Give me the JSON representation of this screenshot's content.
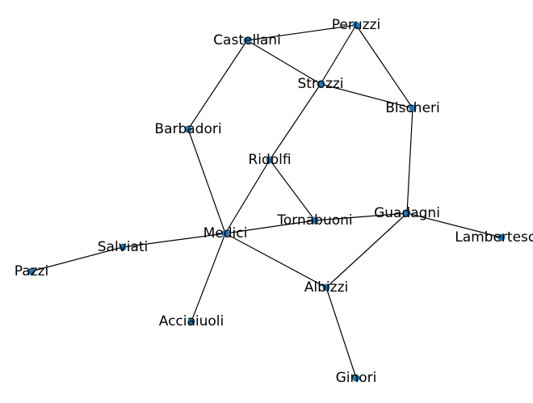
{
  "graph": {
    "node_color": "#1f77b4",
    "edge_color": "#000000",
    "nodes": [
      {
        "id": "Acciaiuoli",
        "label": "Acciaiuoli"
      },
      {
        "id": "Medici",
        "label": "Medici"
      },
      {
        "id": "Castellani",
        "label": "Castellani"
      },
      {
        "id": "Peruzzi",
        "label": "Peruzzi"
      },
      {
        "id": "Strozzi",
        "label": "Strozzi"
      },
      {
        "id": "Barbadori",
        "label": "Barbadori"
      },
      {
        "id": "Ridolfi",
        "label": "Ridolfi"
      },
      {
        "id": "Tornabuoni",
        "label": "Tornabuoni"
      },
      {
        "id": "Albizzi",
        "label": "Albizzi"
      },
      {
        "id": "Salviati",
        "label": "Salviati"
      },
      {
        "id": "Pazzi",
        "label": "Pazzi"
      },
      {
        "id": "Bischeri",
        "label": "Bischeri"
      },
      {
        "id": "Guadagni",
        "label": "Guadagni"
      },
      {
        "id": "Ginori",
        "label": "Ginori"
      },
      {
        "id": "Lamberteschi",
        "label": "Lamberteschi"
      }
    ],
    "edges": [
      [
        "Acciaiuoli",
        "Medici"
      ],
      [
        "Medici",
        "Barbadori"
      ],
      [
        "Medici",
        "Ridolfi"
      ],
      [
        "Medici",
        "Tornabuoni"
      ],
      [
        "Medici",
        "Albizzi"
      ],
      [
        "Medici",
        "Salviati"
      ],
      [
        "Castellani",
        "Peruzzi"
      ],
      [
        "Castellani",
        "Strozzi"
      ],
      [
        "Castellani",
        "Barbadori"
      ],
      [
        "Peruzzi",
        "Strozzi"
      ],
      [
        "Peruzzi",
        "Bischeri"
      ],
      [
        "Strozzi",
        "Ridolfi"
      ],
      [
        "Strozzi",
        "Bischeri"
      ],
      [
        "Ridolfi",
        "Tornabuoni"
      ],
      [
        "Tornabuoni",
        "Guadagni"
      ],
      [
        "Albizzi",
        "Guadagni"
      ],
      [
        "Albizzi",
        "Ginori"
      ],
      [
        "Salviati",
        "Pazzi"
      ],
      [
        "Bischeri",
        "Guadagni"
      ],
      [
        "Guadagni",
        "Lamberteschi"
      ]
    ]
  }
}
